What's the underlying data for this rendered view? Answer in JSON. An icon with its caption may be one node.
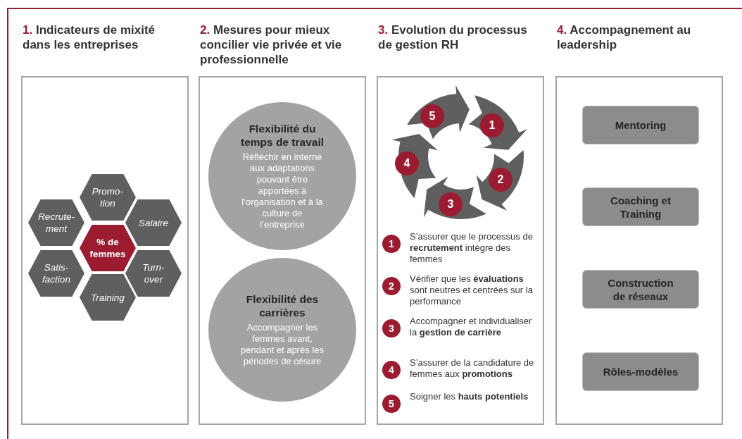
{
  "diagram": {
    "nodes": [
      {
        "text": [
          "1. Indicateurs de mixité dans les entreprises"
        ]
      },
      {
        "text": [
          "Promo- tion"
        ],
        "in": 0
      },
      {
        "text": [
          "Recrute- ment"
        ],
        "in": 0
      },
      {
        "text": [
          "Salaire"
        ],
        "in": 0
      },
      {
        "text": [
          "% de femmes"
        ],
        "in": 0
      },
      {
        "text": [
          "Satis- faction"
        ],
        "in": 0
      },
      {
        "text": [
          "Turn- over"
        ],
        "in": 0
      },
      {
        "text": [
          "Training"
        ],
        "in": 0
      },
      {
        "text": [
          "2. Mesures pour mieux concilier vie privée et vie professionnelle"
        ]
      },
      {
        "text": [
          "Flexibilité du temps de travail",
          "Réfléchir en interne aux adaptations pouvant être apportées à l’organisation et à la culture de l’entreprise"
        ],
        "in": 8
      },
      {
        "text": [
          "Flexibilité des carrières",
          "Accompagner les femmes avant, pendant et après les périodes de césure"
        ],
        "in": 8
      },
      {
        "text": [
          "3. Evolution du processus de gestion RH"
        ]
      },
      {
        "text": [
          "5"
        ],
        "in": 11
      },
      {
        "text": [
          "1"
        ],
        "in": 11
      },
      {
        "text": [
          "4"
        ],
        "in": 11
      },
      {
        "text": [
          "2"
        ],
        "in": 11
      },
      {
        "text": [
          "3"
        ],
        "in": 11
      },
      {
        "text": [
          "1"
        ],
        "in": 11,
        "beside": [
          "S’assurer que le processus de **recrutement** intègre des femmes"
        ]
      },
      {
        "text": [
          "2"
        ],
        "in": 11,
        "beside": [
          "Vérifier que les **évaluations** sont neutres et centrées sur la performance"
        ]
      },
      {
        "text": [
          "3"
        ],
        "in": 11,
        "beside": [
          "Accompagner et individualiser la **gestion de carrière**"
        ]
      },
      {
        "text": [
          "4"
        ],
        "in": 11,
        "beside": [
          "S’assurer de la candidature de femmes aux **promotions**"
        ]
      },
      {
        "text": [
          "5"
        ],
        "in": 11,
        "beside": [
          "Soigner les **hauts potentiels**"
        ]
      },
      {
        "text": [
          "4. Accompagnement au leadership"
        ]
      },
      {
        "text": [
          "Mentoring"
        ],
        "in": 22
      },
      {
        "text": [
          "Coaching et Training"
        ],
        "in": 22
      },
      {
        "text": [
          "Construction de réseaux"
        ],
        "in": 22
      },
      {
        "text": [
          "Rôles-modèles"
        ],
        "in": 22
      }
    ]
  }
}
